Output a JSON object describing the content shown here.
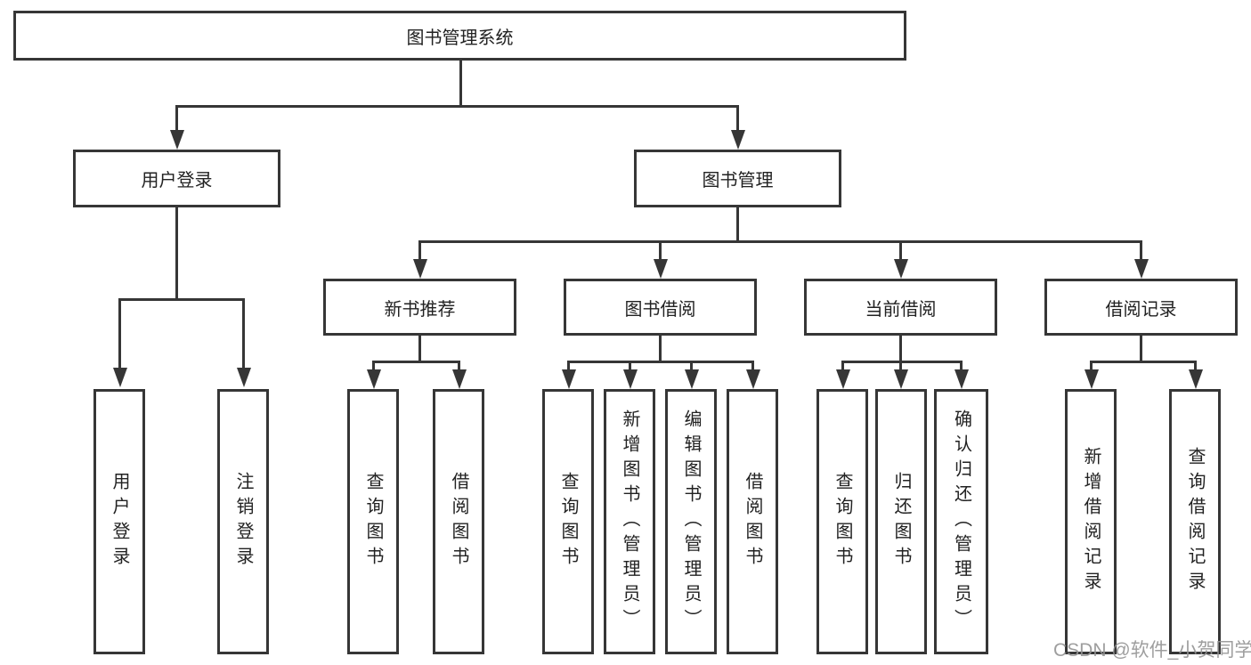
{
  "diagram": {
    "root": {
      "label": "图书管理系统"
    },
    "branches": [
      {
        "label": "用户登录",
        "children": [
          "用户登录",
          "注销登录"
        ]
      },
      {
        "label": "图书管理",
        "groups": [
          {
            "label": "新书推荐",
            "children": [
              "查询图书",
              "借阅图书"
            ]
          },
          {
            "label": "图书借阅",
            "children": [
              "查询图书",
              "新增图书（管理员）",
              "编辑图书（管理员）",
              "借阅图书"
            ]
          },
          {
            "label": "当前借阅",
            "children": [
              "查询图书",
              "归还图书",
              "确认归还（管理员）"
            ]
          },
          {
            "label": "借阅记录",
            "children": [
              "新增借阅记录",
              "查询借阅记录"
            ]
          }
        ]
      }
    ],
    "colors": {
      "line": "#363636",
      "text": "#222222",
      "background": "#ffffff",
      "watermark": "#949494"
    }
  },
  "watermark": {
    "text": "CSDN @软件_小贺同学"
  }
}
